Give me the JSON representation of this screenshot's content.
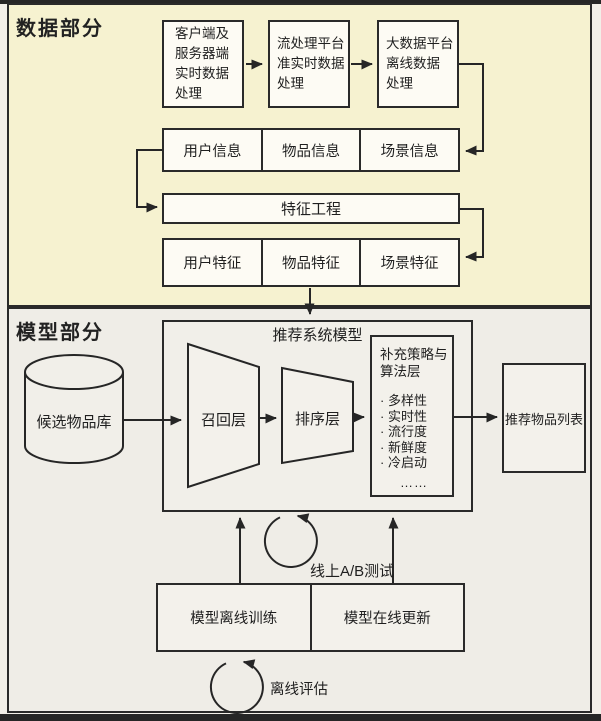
{
  "colors": {
    "data_section_bg": "#f6f2d0",
    "model_section_bg": "#efede7",
    "data_box_bg": "#fdfbf4",
    "model_box_bg": "#f3f1eb",
    "line": "#262626"
  },
  "data_section": {
    "title": "数据部分",
    "pipeline": {
      "client": "客户端及\n服务器端\n实时数据\n处理",
      "stream": "流处理平台\n准实时数据\n处理",
      "bigdata": "大数据平台\n离线数据\n处理"
    },
    "info_row": [
      "用户信息",
      "物品信息",
      "场景信息"
    ],
    "feature_bar": "特征工程",
    "feature_row": [
      "用户特征",
      "物品特征",
      "场景特征"
    ]
  },
  "model_section": {
    "title": "模型部分",
    "candidate_db": "候选物品库",
    "model_box_title": "推荐系统模型",
    "recall_layer": "召回层",
    "rank_layer": "排序层",
    "strategy_box": {
      "title": "补充策略与\n算法层",
      "items": [
        "· 多样性",
        "· 实时性",
        "· 流行度",
        "· 新鲜度",
        "· 冷启动"
      ],
      "more": "……"
    },
    "result_box": "推荐物品列表",
    "ab_test_label": "线上A/B测试",
    "training_row": [
      "模型离线训练",
      "模型在线更新"
    ],
    "offline_eval_label": "离线评估"
  }
}
